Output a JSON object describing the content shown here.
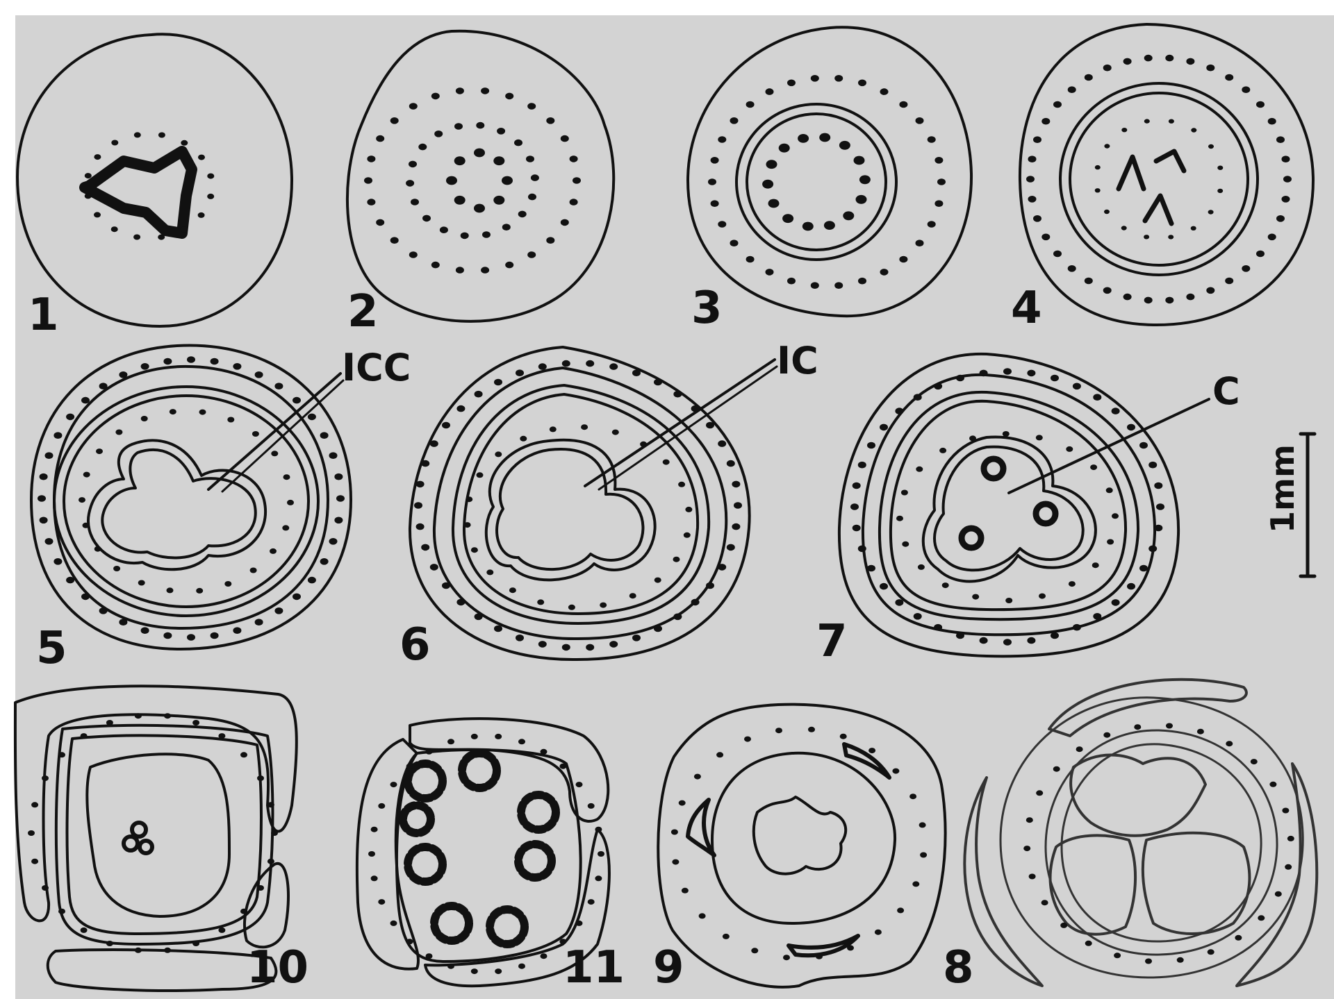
{
  "figures": [
    {
      "number": "1"
    },
    {
      "number": "2"
    },
    {
      "number": "3"
    },
    {
      "number": "4"
    },
    {
      "number": "5"
    },
    {
      "number": "6"
    },
    {
      "number": "7"
    },
    {
      "number": "8"
    },
    {
      "number": "9"
    },
    {
      "number": "10"
    },
    {
      "number": "11"
    }
  ],
  "callouts": {
    "icc": "ICC",
    "ic": "IC",
    "c": "C"
  },
  "scale_bar": {
    "label": "1mm"
  },
  "colors": {
    "paper": "#d3d3d3",
    "ink": "#111111",
    "border": "#ffffff"
  }
}
